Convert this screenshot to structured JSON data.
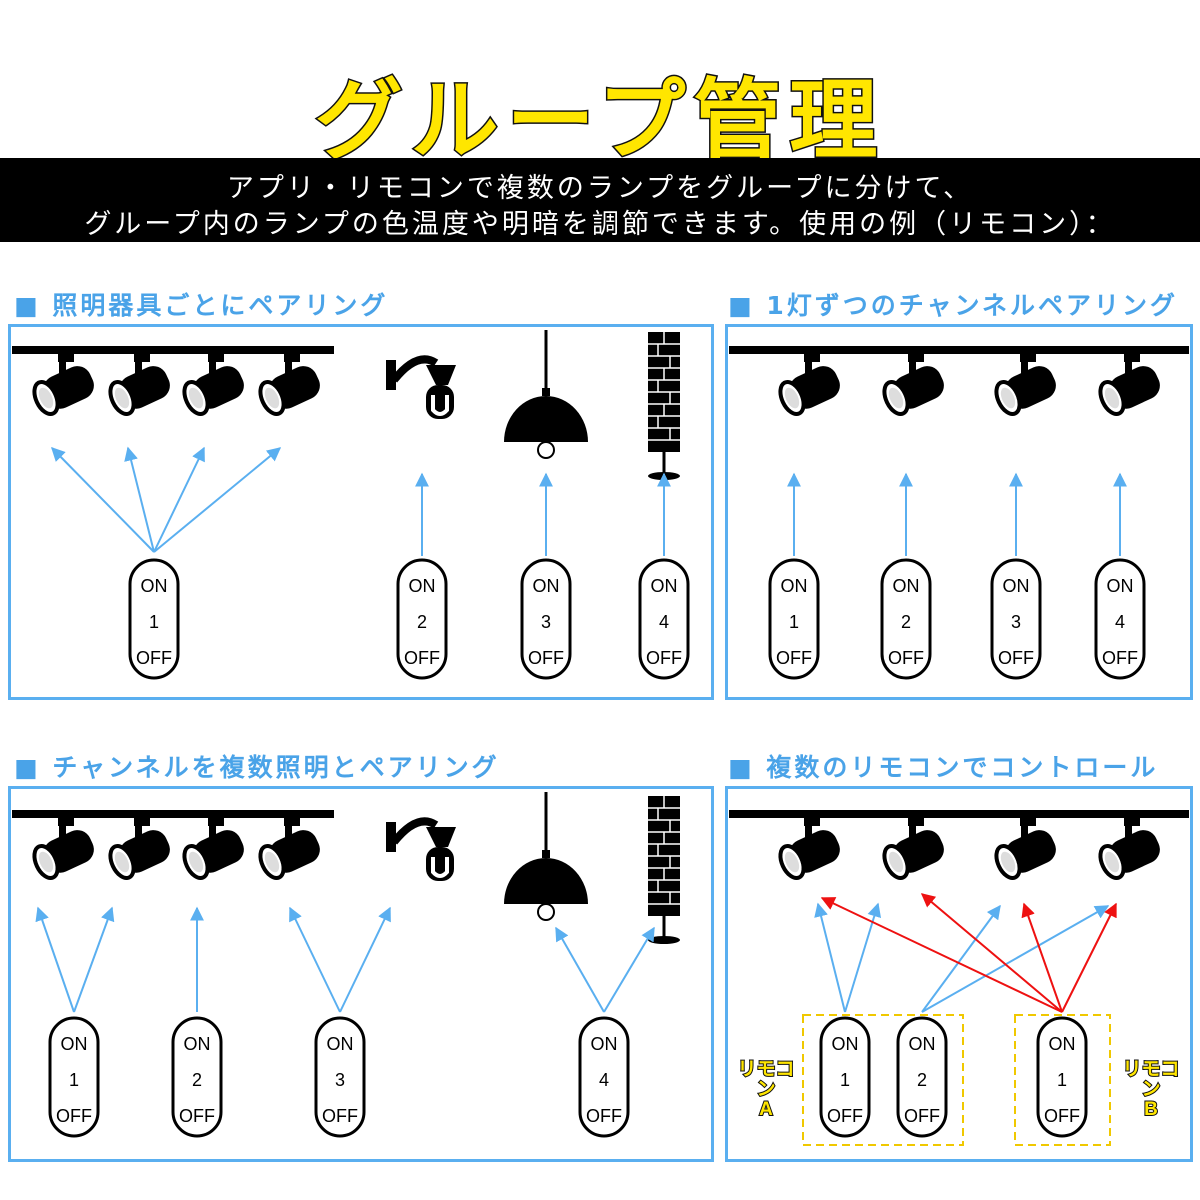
{
  "title": "グループ管理",
  "banner": {
    "line1": "アプリ・リモコンで複数のランプをグループに分けて、",
    "line2": "グループ内のランプの色温度や明暗を調節できます。使用の例（リモコン）："
  },
  "sections": {
    "s1": "■ 照明器具ごとにペアリング",
    "s2": "■ 1灯ずつのチャンネルペアリング",
    "s3": "■ チャンネルを複数照明とペアリング",
    "s4": "■ 複数のリモコンでコントロール"
  },
  "remote_labels": {
    "on": "ON",
    "off": "OFF"
  },
  "remote_tags": {
    "a_line1": "リモコン",
    "a_line2": "A",
    "b_line1": "リモコン",
    "b_line2": "B"
  },
  "colors": {
    "title": "#ffe600",
    "accent": "#4aa3e8",
    "arrow_blue": "#5aaff0",
    "arrow_red": "#ee1111",
    "group_box": "#f0c800"
  },
  "panel1_channels": [
    "1",
    "2",
    "3",
    "4"
  ],
  "panel2_channels": [
    "1",
    "2",
    "3",
    "4"
  ],
  "panel3_channels": [
    "1",
    "2",
    "3",
    "4"
  ],
  "panel4_channels_a": [
    "1",
    "2"
  ],
  "panel4_channels_b": [
    "1"
  ]
}
